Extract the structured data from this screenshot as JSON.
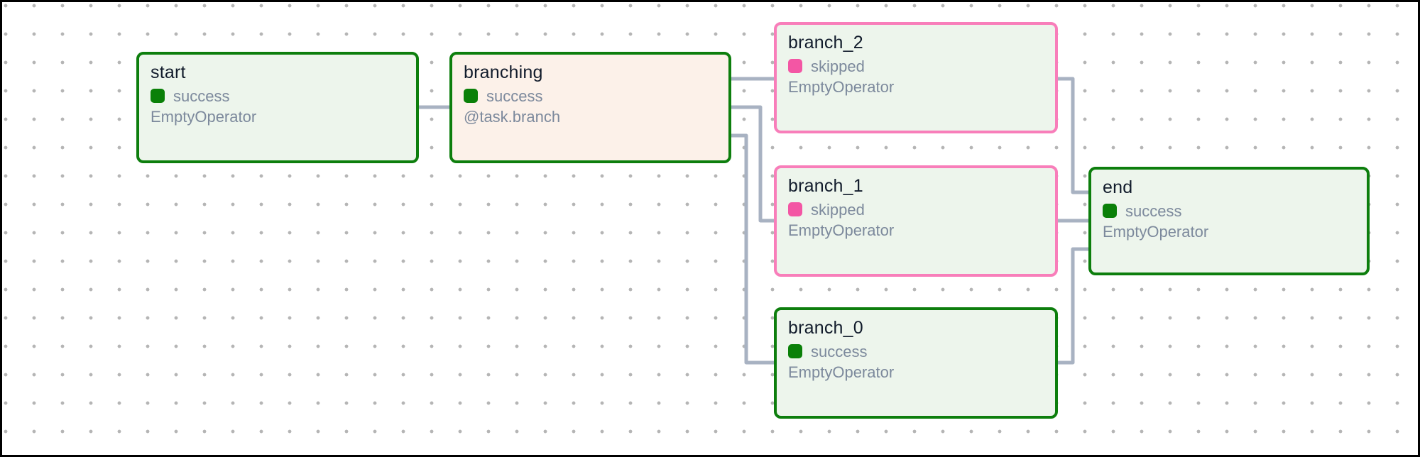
{
  "view": {
    "name": "dag-graph-view",
    "background": "#ffffff",
    "dot_grid_color": "#b5b5b5",
    "edge_color": "#a8b2c2",
    "frame_border_color": "#000000"
  },
  "colors": {
    "success_green": "#0a8008",
    "success_border_green": "#0d7e0d",
    "skipped_pink": "#f356a4",
    "skipped_border_pink": "#f87eba",
    "node_bg_green": "#edf5ec",
    "node_bg_peach": "#fcf1e9",
    "title_text": "#111b2b",
    "muted_text": "#7c899c"
  },
  "nodes": [
    {
      "id": "start",
      "title": "start",
      "state": "success",
      "operator": "EmptyOperator"
    },
    {
      "id": "branching",
      "title": "branching",
      "state": "success",
      "operator": "@task.branch"
    },
    {
      "id": "branch_2",
      "title": "branch_2",
      "state": "skipped",
      "operator": "EmptyOperator"
    },
    {
      "id": "branch_1",
      "title": "branch_1",
      "state": "skipped",
      "operator": "EmptyOperator"
    },
    {
      "id": "branch_0",
      "title": "branch_0",
      "state": "success",
      "operator": "EmptyOperator"
    },
    {
      "id": "end",
      "title": "end",
      "state": "success",
      "operator": "EmptyOperator"
    }
  ],
  "edges": [
    {
      "from": "start",
      "to": "branching"
    },
    {
      "from": "branching",
      "to": "branch_2"
    },
    {
      "from": "branching",
      "to": "branch_1"
    },
    {
      "from": "branching",
      "to": "branch_0"
    },
    {
      "from": "branch_2",
      "to": "end"
    },
    {
      "from": "branch_1",
      "to": "end"
    },
    {
      "from": "branch_0",
      "to": "end"
    }
  ]
}
